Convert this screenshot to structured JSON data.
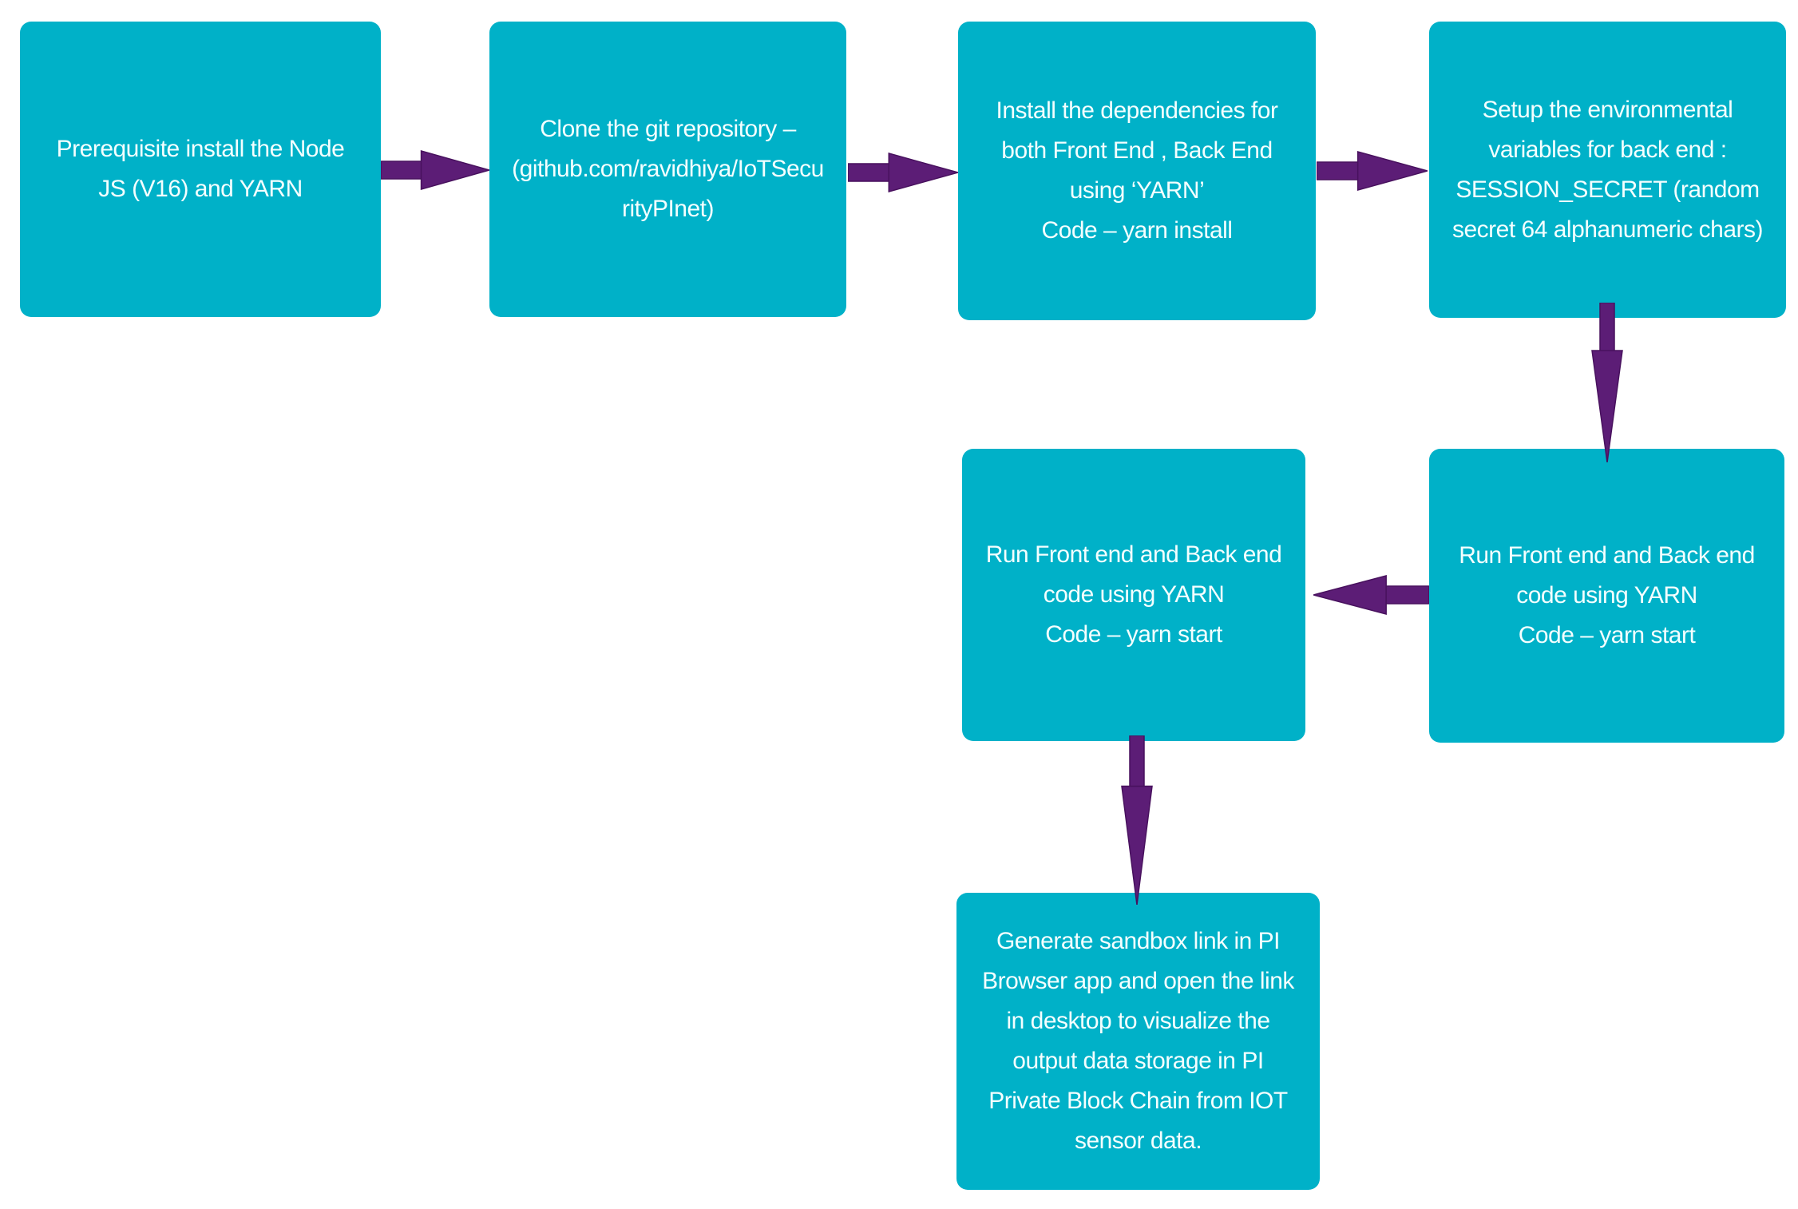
{
  "diagram": {
    "type": "flowchart",
    "colors": {
      "background": "#ffffff",
      "node_fill": "#00b1c8",
      "node_text": "#f4ffff",
      "arrow_fill": "#5c1d76",
      "arrow_outline": "#48115e"
    },
    "nodes": [
      {
        "id": 1,
        "text": "Prerequisite install the Node\nJS (V16) and YARN"
      },
      {
        "id": 2,
        "text": "Clone the git repository –\n(github.com/ravidhiya/IoTSecu\nrityPInet)"
      },
      {
        "id": 3,
        "text": "Install the dependencies for\nboth Front End , Back End\nusing ‘YARN’\nCode – yarn install"
      },
      {
        "id": 4,
        "text": "Setup the environmental\nvariables for back end :\nSESSION_SECRET (random\nsecret 64 alphanumeric chars)"
      },
      {
        "id": 5,
        "text": "Run Front end and Back end\ncode using YARN\nCode – yarn start"
      },
      {
        "id": 6,
        "text": "Run Front end and Back end\ncode using YARN\nCode – yarn start"
      },
      {
        "id": 7,
        "text": "Generate sandbox link in PI\nBrowser app and open the link\nin desktop to visualize the\noutput data storage in PI\nPrivate Block Chain from IOT\nsensor data."
      }
    ],
    "connections": [
      {
        "from": 1,
        "to": 2,
        "direction": "right"
      },
      {
        "from": 2,
        "to": 3,
        "direction": "right"
      },
      {
        "from": 3,
        "to": 4,
        "direction": "right"
      },
      {
        "from": 4,
        "to": 6,
        "direction": "down"
      },
      {
        "from": 6,
        "to": 5,
        "direction": "left"
      },
      {
        "from": 5,
        "to": 7,
        "direction": "down"
      }
    ]
  }
}
